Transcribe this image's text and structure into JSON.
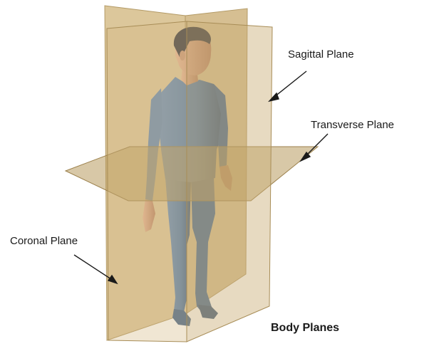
{
  "labels": {
    "sagittal": "Sagittal Plane",
    "transverse": "Transverse Plane",
    "coronal": "Coronal Plane",
    "title": "Body Planes"
  },
  "colors": {
    "plane_fill": "#d4b780",
    "plane_edge": "#a88d57",
    "body_blue": "#5b7fa8",
    "skin": "#d9a788",
    "hair": "#3e3e44",
    "arrow": "#1a1a1a"
  }
}
